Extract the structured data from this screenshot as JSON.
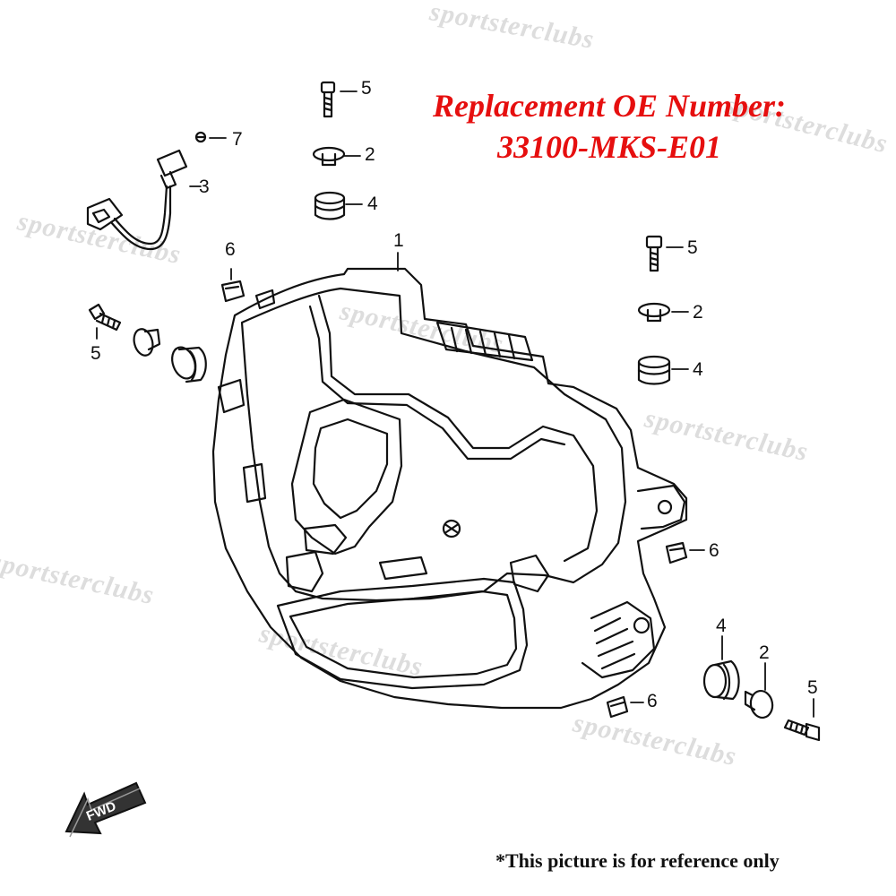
{
  "header": {
    "line1": "Replacement OE Number:",
    "line2": "33100-MKS-E01"
  },
  "callouts": {
    "top_bolt": "5",
    "top_washer": "2",
    "top_grommet": "4",
    "screw": "7",
    "socket": "3",
    "clip_left": "6",
    "headlight_assembly": "1",
    "left_bolt": "5",
    "right_bolt": "5",
    "right_washer": "2",
    "right_grommet": "4",
    "clip_right": "6",
    "bottom_grommet": "4",
    "bottom_washer": "2",
    "bottom_bolt": "5",
    "clip_bottom": "6"
  },
  "fwd_label": "FWD",
  "footnote": "*This picture is for reference only",
  "watermark": "sportsterclubs",
  "colors": {
    "title": "#e60f0f",
    "line": "#111111",
    "watermark": "#dddddd"
  }
}
